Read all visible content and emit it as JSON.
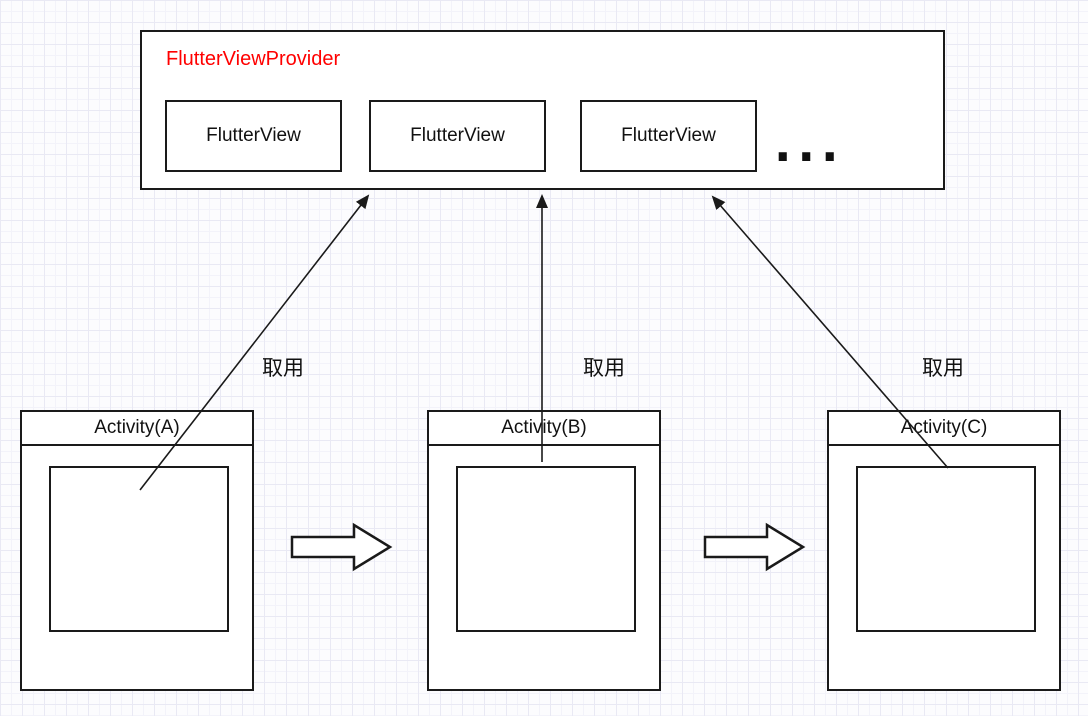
{
  "diagram": {
    "provider": {
      "title": "FlutterViewProvider",
      "views": [
        {
          "label": "FlutterView"
        },
        {
          "label": "FlutterView"
        },
        {
          "label": "FlutterView"
        }
      ],
      "ellipsis": "..."
    },
    "activities": [
      {
        "title": "Activity(A)"
      },
      {
        "title": "Activity(B)"
      },
      {
        "title": "Activity(C)"
      }
    ],
    "edge_labels": [
      {
        "text": "取用"
      },
      {
        "text": "取用"
      },
      {
        "text": "取用"
      }
    ],
    "colors": {
      "provider_title": "#ff0000",
      "box_border": "#1a1a1a",
      "box_fill": "#ffffff",
      "arrow": "#1a1a1a",
      "grid_line": "#e9e9f4"
    }
  }
}
